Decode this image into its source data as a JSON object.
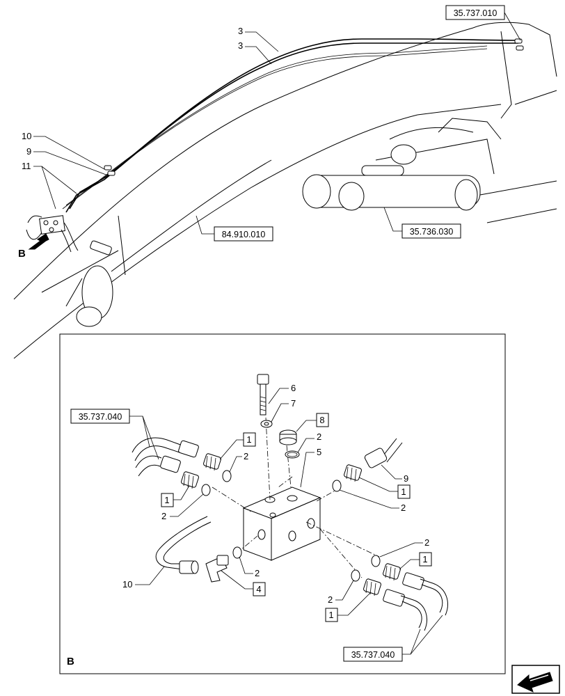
{
  "references": {
    "top_right": "35.737.010",
    "frame": "84.910.010",
    "cylinder": "35.736.030",
    "left_hoses": "35.737.040",
    "right_hoses": "35.737.040"
  },
  "view_label": "B",
  "callouts": {
    "hose_upper": "3",
    "hose_lower": "3",
    "item_10_top": "10",
    "item_9_top": "9",
    "item_11": "11",
    "item_6": "6",
    "item_7": "7",
    "item_8": "8",
    "item_2_plug": "2",
    "item_5": "5",
    "item_1_left_upper": "1",
    "item_2_left_upper": "2",
    "item_1_left_lower": "1",
    "item_2_left_lower": "2",
    "item_9_detail": "9",
    "item_1_right_upper": "1",
    "item_2_right_upper": "2",
    "item_10_detail": "10",
    "item_2_front": "2",
    "item_4": "4",
    "item_2_right_lower_a": "2",
    "item_1_right_lower_a": "1",
    "item_2_right_lower_b": "2",
    "item_1_right_lower_b": "1"
  }
}
